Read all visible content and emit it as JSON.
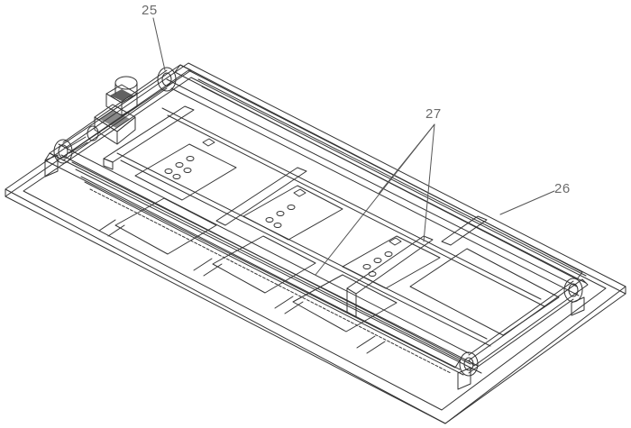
{
  "callouts": {
    "c25": "25",
    "c26": "26",
    "c27": "27"
  },
  "colors": {
    "line": "#333333",
    "leader": "#555555",
    "label": "#6b6b6b",
    "motor": "#3a3a3a"
  }
}
